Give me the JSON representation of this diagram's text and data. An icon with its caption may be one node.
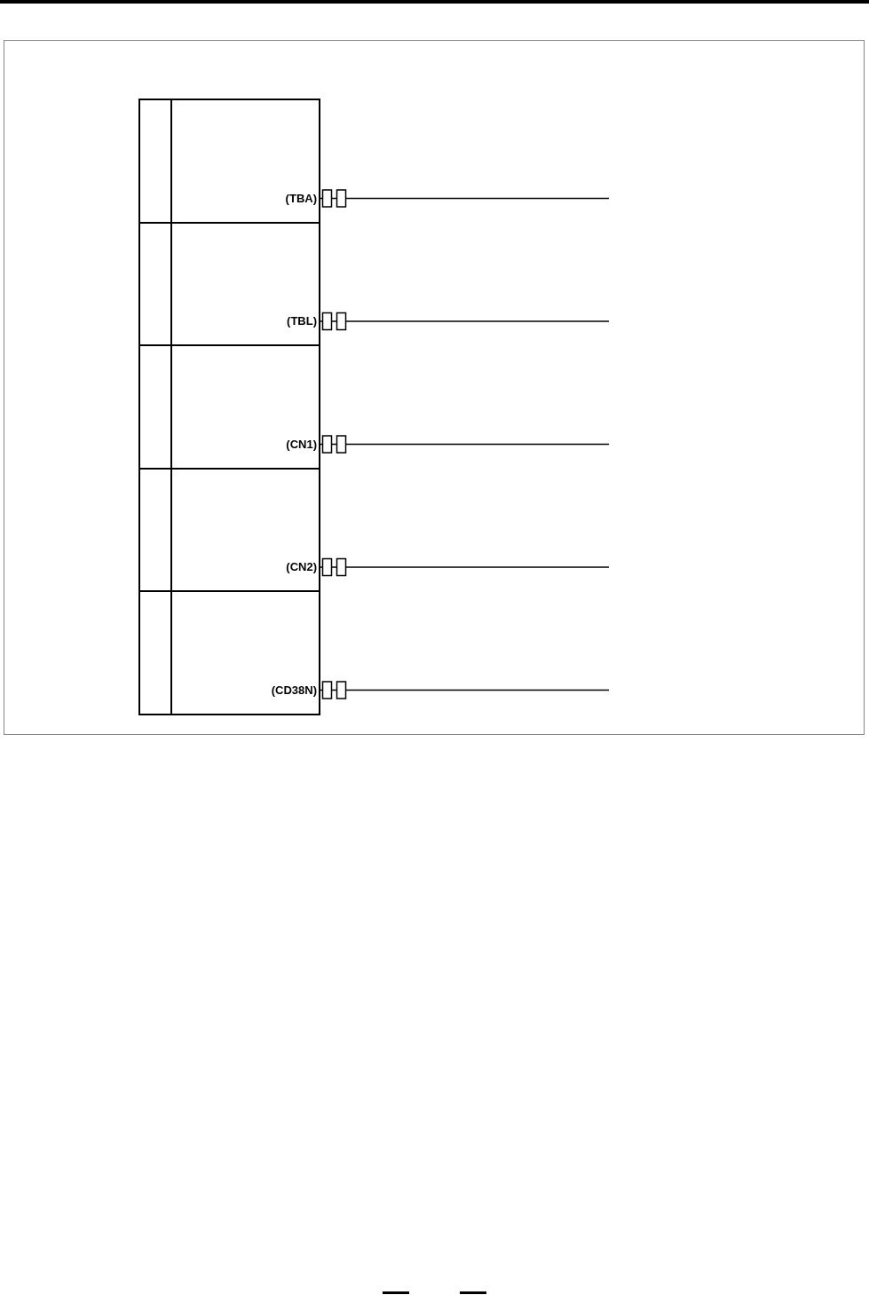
{
  "diagram": {
    "nodes": [
      {
        "text": [
          "(TBA)"
        ]
      },
      {
        "text": [
          "(TBL)"
        ]
      },
      {
        "text": [
          "(CN1)"
        ]
      },
      {
        "text": [
          "(CN2)"
        ]
      },
      {
        "text": [
          "(CD38N)"
        ]
      }
    ],
    "edges": [
      {
        "from": 0,
        "to": null,
        "arrow": "other"
      },
      {
        "from": 1,
        "to": null,
        "arrow": "other"
      },
      {
        "from": 2,
        "to": null,
        "arrow": "other"
      },
      {
        "from": 3,
        "to": null,
        "arrow": "other"
      },
      {
        "from": 4,
        "to": null,
        "arrow": "other"
      }
    ]
  }
}
